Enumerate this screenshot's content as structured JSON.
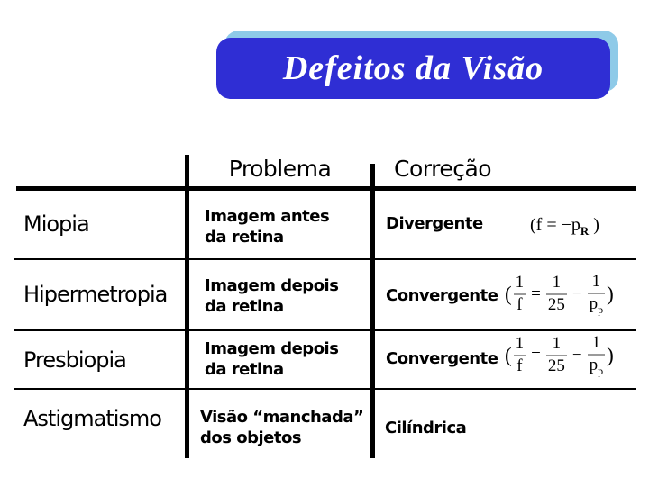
{
  "slide": {
    "title": "Defeitos da Visão",
    "colors": {
      "title_bg": "#2f2ed4",
      "title_shadow": "#8ecae8",
      "text": "#000000",
      "fraction_bar": "#9a9a9a",
      "background": "#ffffff"
    }
  },
  "table": {
    "headers": {
      "problema": "Problema",
      "correcao": "Correção"
    },
    "rows": [
      {
        "name": "Miopia",
        "problema": [
          "Imagem antes",
          "da retina"
        ],
        "correcao": "Divergente",
        "formula": {
          "pre": "(f = −p",
          "sub": "R",
          "post": " )"
        }
      },
      {
        "name": "Hipermetropia",
        "problema": [
          "Imagem depois",
          "da retina"
        ],
        "correcao": "Convergente",
        "formula": {
          "open": "(",
          "f1num": "1",
          "f1den": "f",
          "eq": "=",
          "f2num": "1",
          "f2den": "25",
          "minus": "−",
          "f3num": "1",
          "f3den": "p",
          "f3densub": "p",
          "close": ")"
        }
      },
      {
        "name": "Presbiopia",
        "problema": [
          "Imagem depois",
          "da retina"
        ],
        "correcao": "Convergente",
        "formula": {
          "open": "(",
          "f1num": "1",
          "f1den": "f",
          "eq": "=",
          "f2num": "1",
          "f2den": "25",
          "minus": "−",
          "f3num": "1",
          "f3den": "p",
          "f3densub": "p",
          "close": ")"
        }
      },
      {
        "name": "Astigmatismo",
        "problema": [
          "Visão “manchada”",
          "dos objetos"
        ],
        "correcao": "Cilíndrica",
        "formula": null
      }
    ]
  }
}
